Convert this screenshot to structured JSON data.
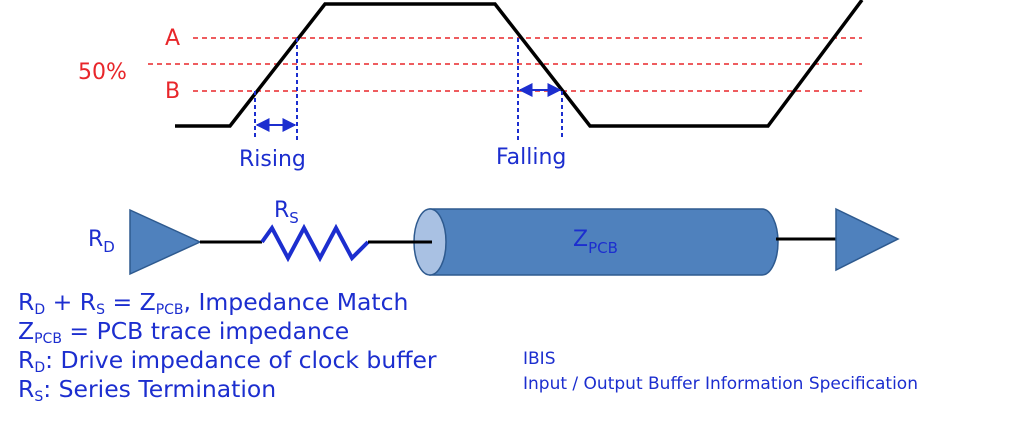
{
  "waveform": {
    "label_a": "A",
    "label_50": "50%",
    "label_b": "B",
    "rising_label": "Rising",
    "falling_label": "Falling"
  },
  "circuit": {
    "rd_label": {
      "main": "R",
      "sub": "D"
    },
    "rs_label": {
      "main": "R",
      "sub": "S"
    },
    "zpcb_label": {
      "main": "Z",
      "sub": "PCB"
    }
  },
  "notes": {
    "line1": {
      "r": "R",
      "d": "D",
      "plus": " + R",
      "s": "S",
      "eq": " = Z",
      "pcb": "PCB",
      "tail": ", Impedance Match"
    },
    "line2": {
      "z": "Z",
      "pcb": "PCB",
      "tail": " = PCB trace impedance"
    },
    "line3": {
      "r": "R",
      "d": "D",
      "tail": ": Drive impedance of clock buffer"
    },
    "line4": {
      "r": "R",
      "s": "S",
      "tail": ": Series Termination"
    }
  },
  "ibis": {
    "title": "IBIS",
    "subtitle": "Input / Output Buffer Information Specification"
  },
  "colors": {
    "threshold_lines": "#e8262a",
    "markers": "#1c2ecf",
    "resistor": "#1c2ecf",
    "buffer_fill": "#4f81bd",
    "cylinder_fill": "#4f81bd",
    "cylinder_end": "#a9c1e3",
    "signal": "#000000"
  }
}
